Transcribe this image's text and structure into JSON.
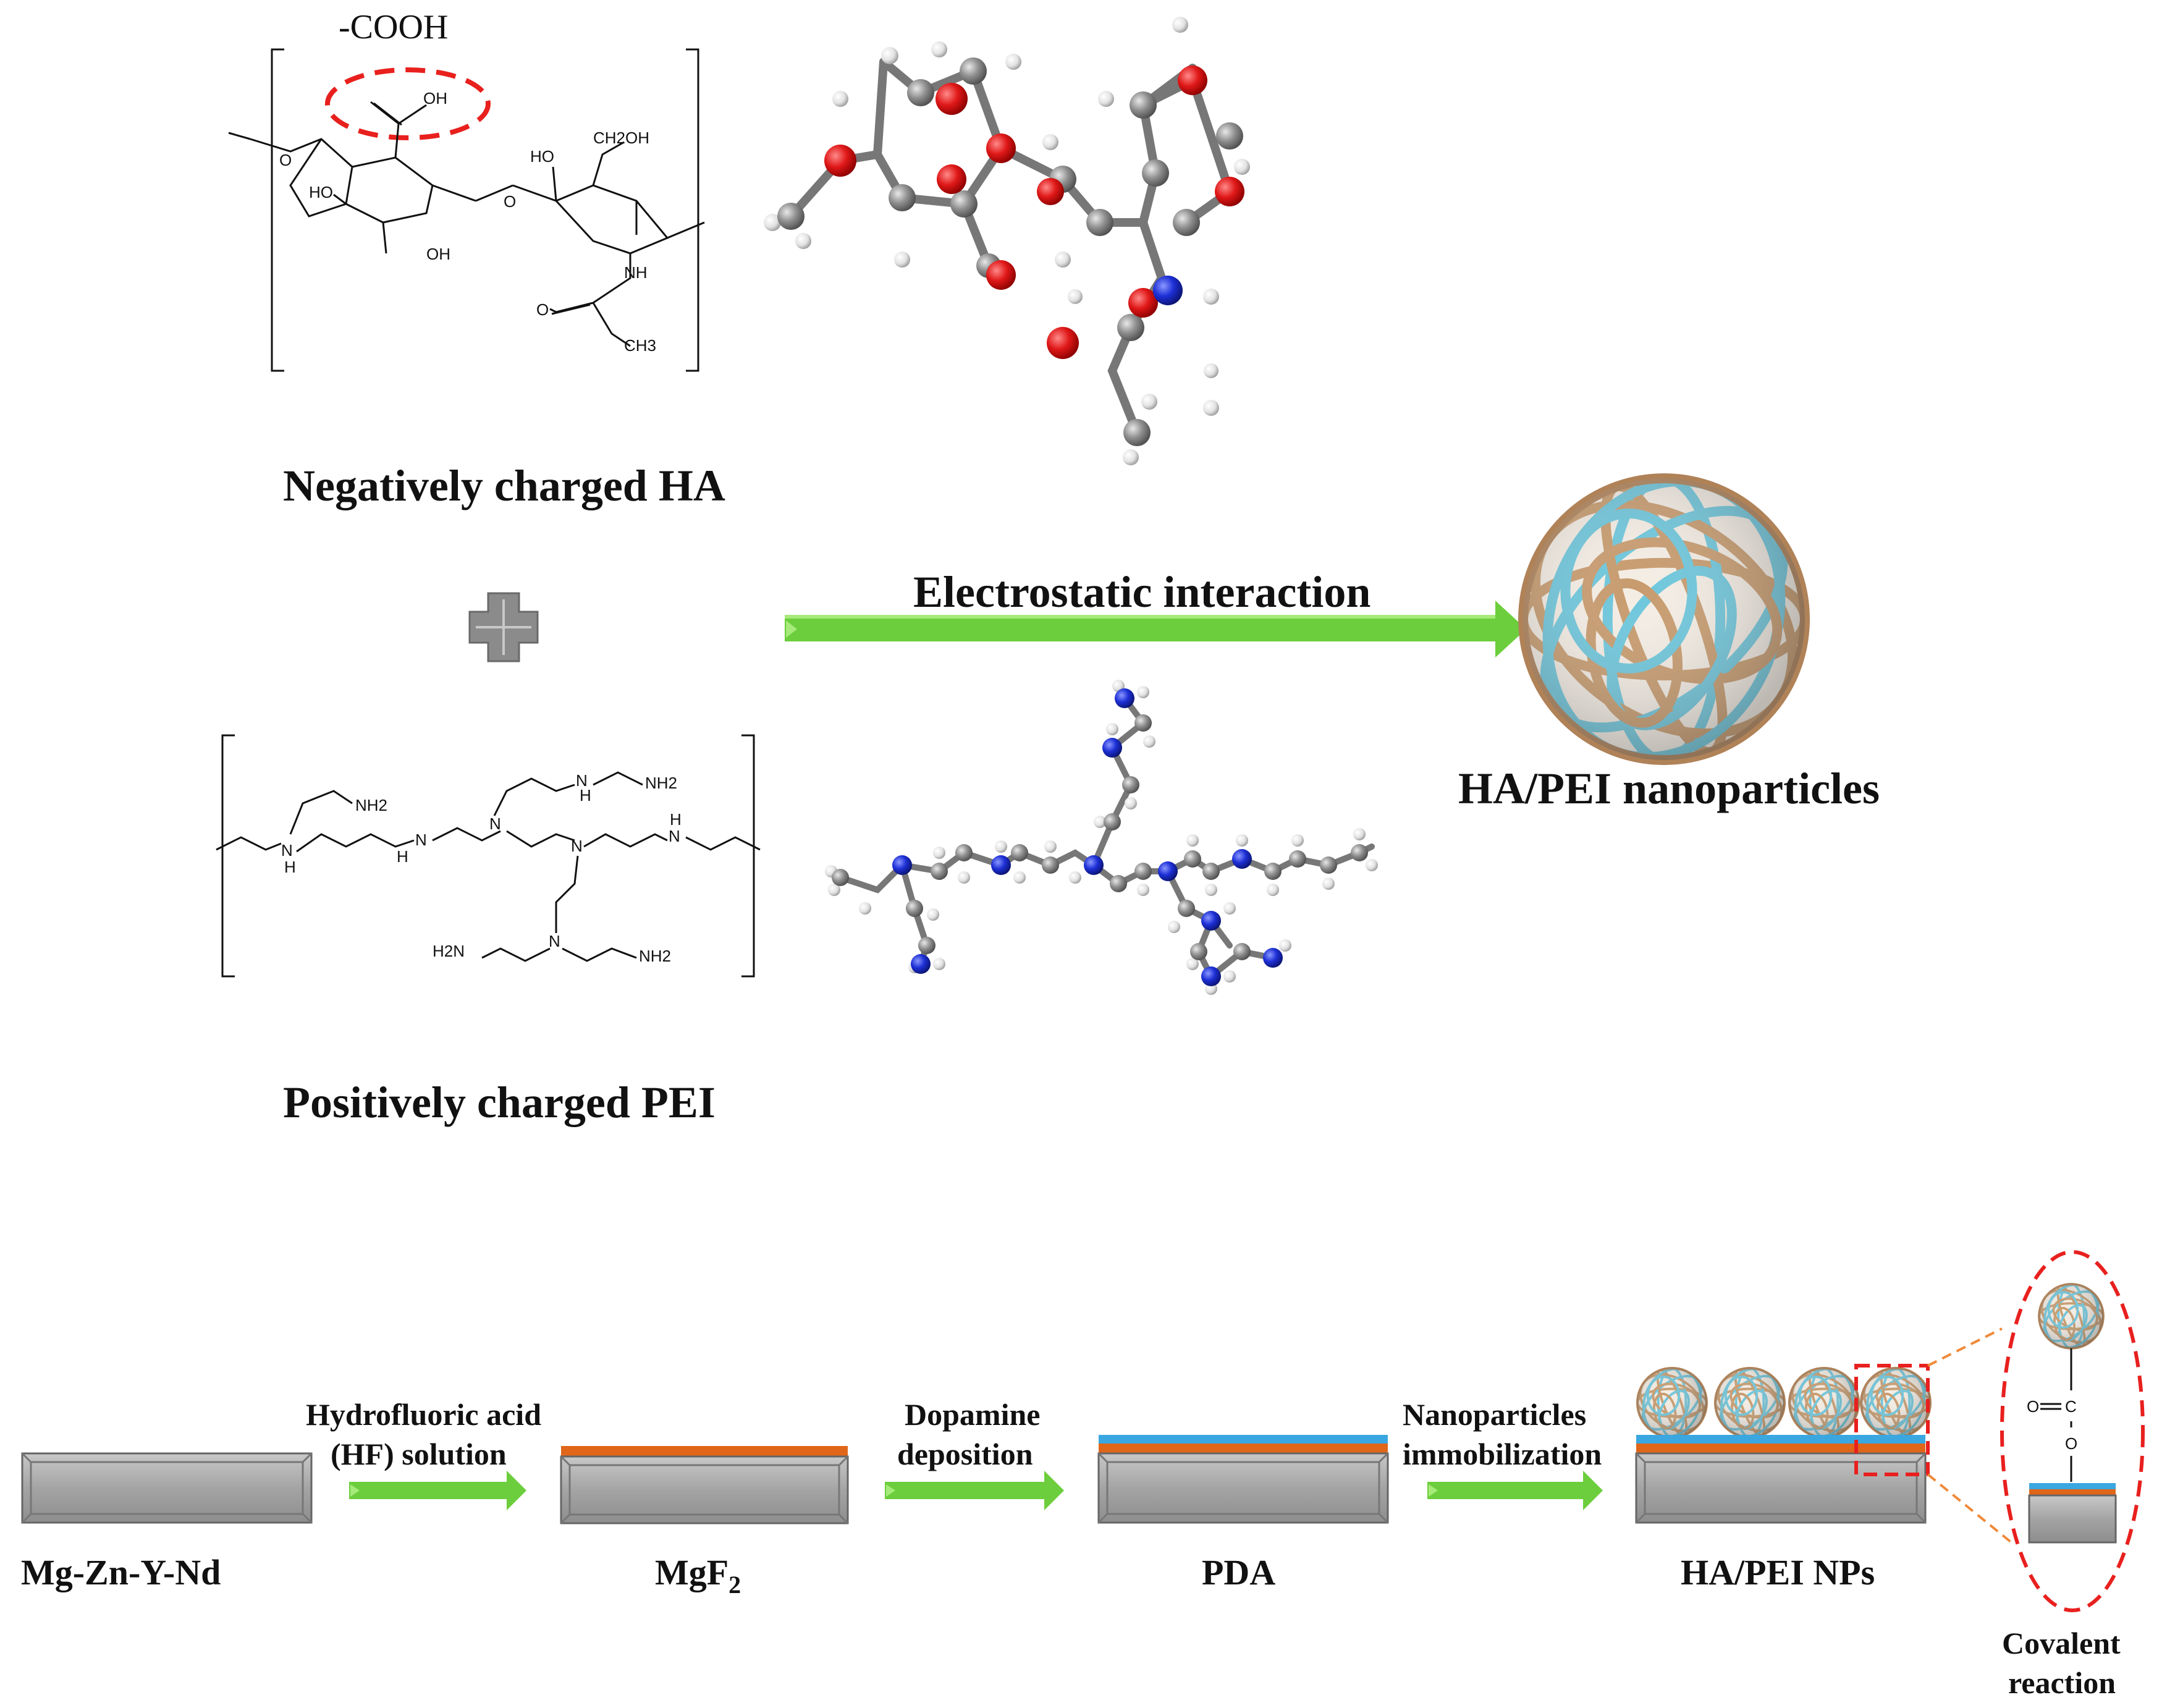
{
  "top": {
    "cooh_label": "-COOH",
    "ha_title": "Negatively charged HA",
    "pei_title": "Positively charged PEI",
    "arrow_label": "Electrostatic interaction",
    "np_title": "HA/PEI nanoparticles"
  },
  "ha_structure": {
    "atoms": [
      "O",
      "OH",
      "HO",
      "CH2OH",
      "HO",
      "O",
      "OH",
      "NH",
      "O",
      "CH3"
    ]
  },
  "pei_structure": {
    "atoms": [
      "NH2",
      "N",
      "H",
      "N",
      "N",
      "H",
      "N",
      "N",
      "NH2",
      "H",
      "N",
      "H",
      "H2N",
      "N",
      "NH2"
    ]
  },
  "process": {
    "substrates": [
      "Mg-Zn-Y-Nd",
      "MgF",
      "PDA",
      "HA/PEI NPs"
    ],
    "mgf_subscript": "2",
    "step1": [
      "Hydrofluoric acid",
      "(HF) solution"
    ],
    "step2": [
      "Dopamine",
      "deposition"
    ],
    "step3": [
      "Nanoparticles",
      "immobilization"
    ],
    "inset_atoms": [
      "O",
      "C",
      "O"
    ],
    "inset_label": [
      "Covalent",
      "reaction"
    ]
  },
  "colors": {
    "arrow_green": "#6cce3c",
    "substrate_gray": "#a9a9a9",
    "mgf_orange": "#e0661a",
    "pda_blue": "#3aa7e0",
    "dash_red": "#e8201e",
    "oxygen_red": "#e01818",
    "nitrogen_blue": "#1d2fd6",
    "carbon_gray": "#8f8f8f",
    "np_tan": "#c79a6c",
    "np_cyan": "#6cc6dc"
  }
}
